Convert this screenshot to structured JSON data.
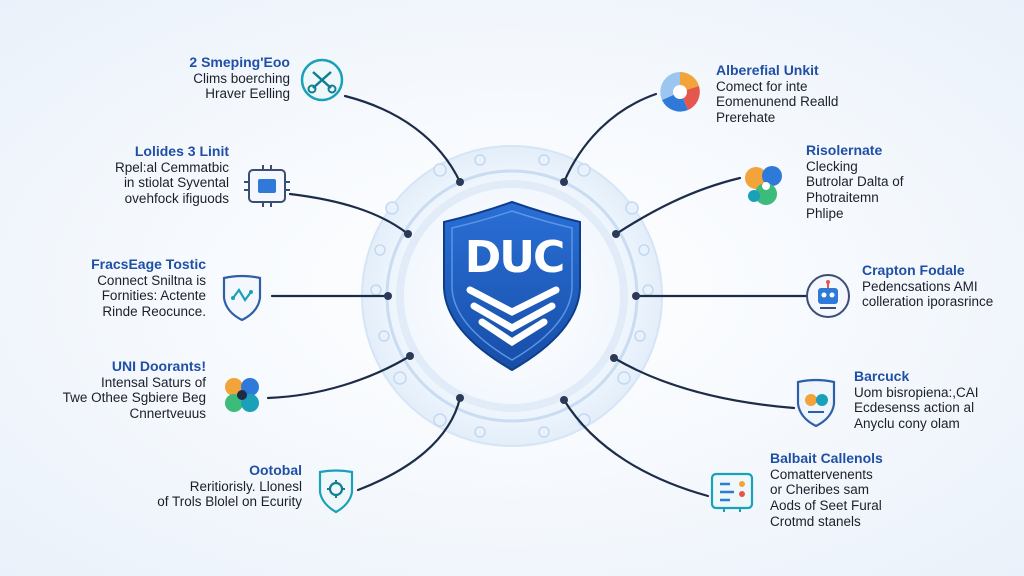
{
  "center": {
    "label": "DUC"
  },
  "colors": {
    "accent": "#1f4fa6",
    "shield": "#1c5fc4",
    "wire": "#1d2c48",
    "ring": "#c9dcf2"
  },
  "left_nodes": [
    {
      "title": "2 Smeping'Eoo",
      "lines": [
        "Clims boerching",
        "Hraver Eelling"
      ],
      "icon": "scissors-icon"
    },
    {
      "title": "Lolides 3 Linit",
      "lines": [
        "Rpel:al Cemmatbic",
        "in stiolat Syvental",
        "ovehfock ifiguods"
      ],
      "icon": "circuit-board-icon"
    },
    {
      "title": "FracsEage Tostic",
      "lines": [
        "Connect Sniltna is",
        "Fornities: Actente",
        "Rinde Reocunce."
      ],
      "icon": "shield-network-icon"
    },
    {
      "title": "UNI Doorants!",
      "lines": [
        "Intensal Saturs of",
        "Twe Othee Sgbiere Beg",
        "Cnnertveuus"
      ],
      "icon": "puzzle-cluster-icon"
    },
    {
      "title": "Ootobal",
      "lines": [
        "Reritiorisly. Llonesl",
        "of Trols Blolel on Ecurity"
      ],
      "icon": "shield-gear-icon"
    }
  ],
  "right_nodes": [
    {
      "title": "Alberefial Unkit",
      "lines": [
        "Comect for inte",
        "Eomenunend Realld",
        "Prerehate"
      ],
      "icon": "pie-chart-icon"
    },
    {
      "title": "Risolernate",
      "lines": [
        "Clecking",
        "Butrolar Dalta of",
        "Photraitemn",
        "Phlipe"
      ],
      "icon": "people-puzzle-icon"
    },
    {
      "title": "Crapton Fodale",
      "lines": [
        "Pedencsations AMI",
        "colleration iporasrince"
      ],
      "icon": "robot-circle-icon"
    },
    {
      "title": "Barcuck",
      "lines": [
        "Uom bisropiena:,CAI",
        "Ecdesenss action al",
        "Anyclu cony olam"
      ],
      "icon": "shield-brain-icon"
    },
    {
      "title": "Balbait Callenols",
      "lines": [
        "Comattervenents",
        "or Cheribes sam",
        "Aods of Seet Fural",
        "Crotmd stanels"
      ],
      "icon": "checklist-screen-icon"
    }
  ]
}
